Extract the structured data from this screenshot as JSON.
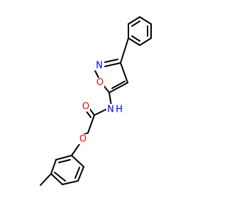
{
  "molecule": {
    "atoms": {
      "O_ring": {
        "text": "O",
        "color": "#ff0000"
      },
      "N_ring": {
        "text": "N",
        "color": "#0000ff"
      },
      "N_amide": {
        "text": "N",
        "color": "#0000ff"
      },
      "H_amide": {
        "text": "H",
        "color": "#0000ff"
      },
      "O_carbonyl": {
        "text": "O",
        "color": "#ff0000"
      },
      "O_ether": {
        "text": "O",
        "color": "#ff0000"
      }
    },
    "bond_color": "#000000"
  }
}
